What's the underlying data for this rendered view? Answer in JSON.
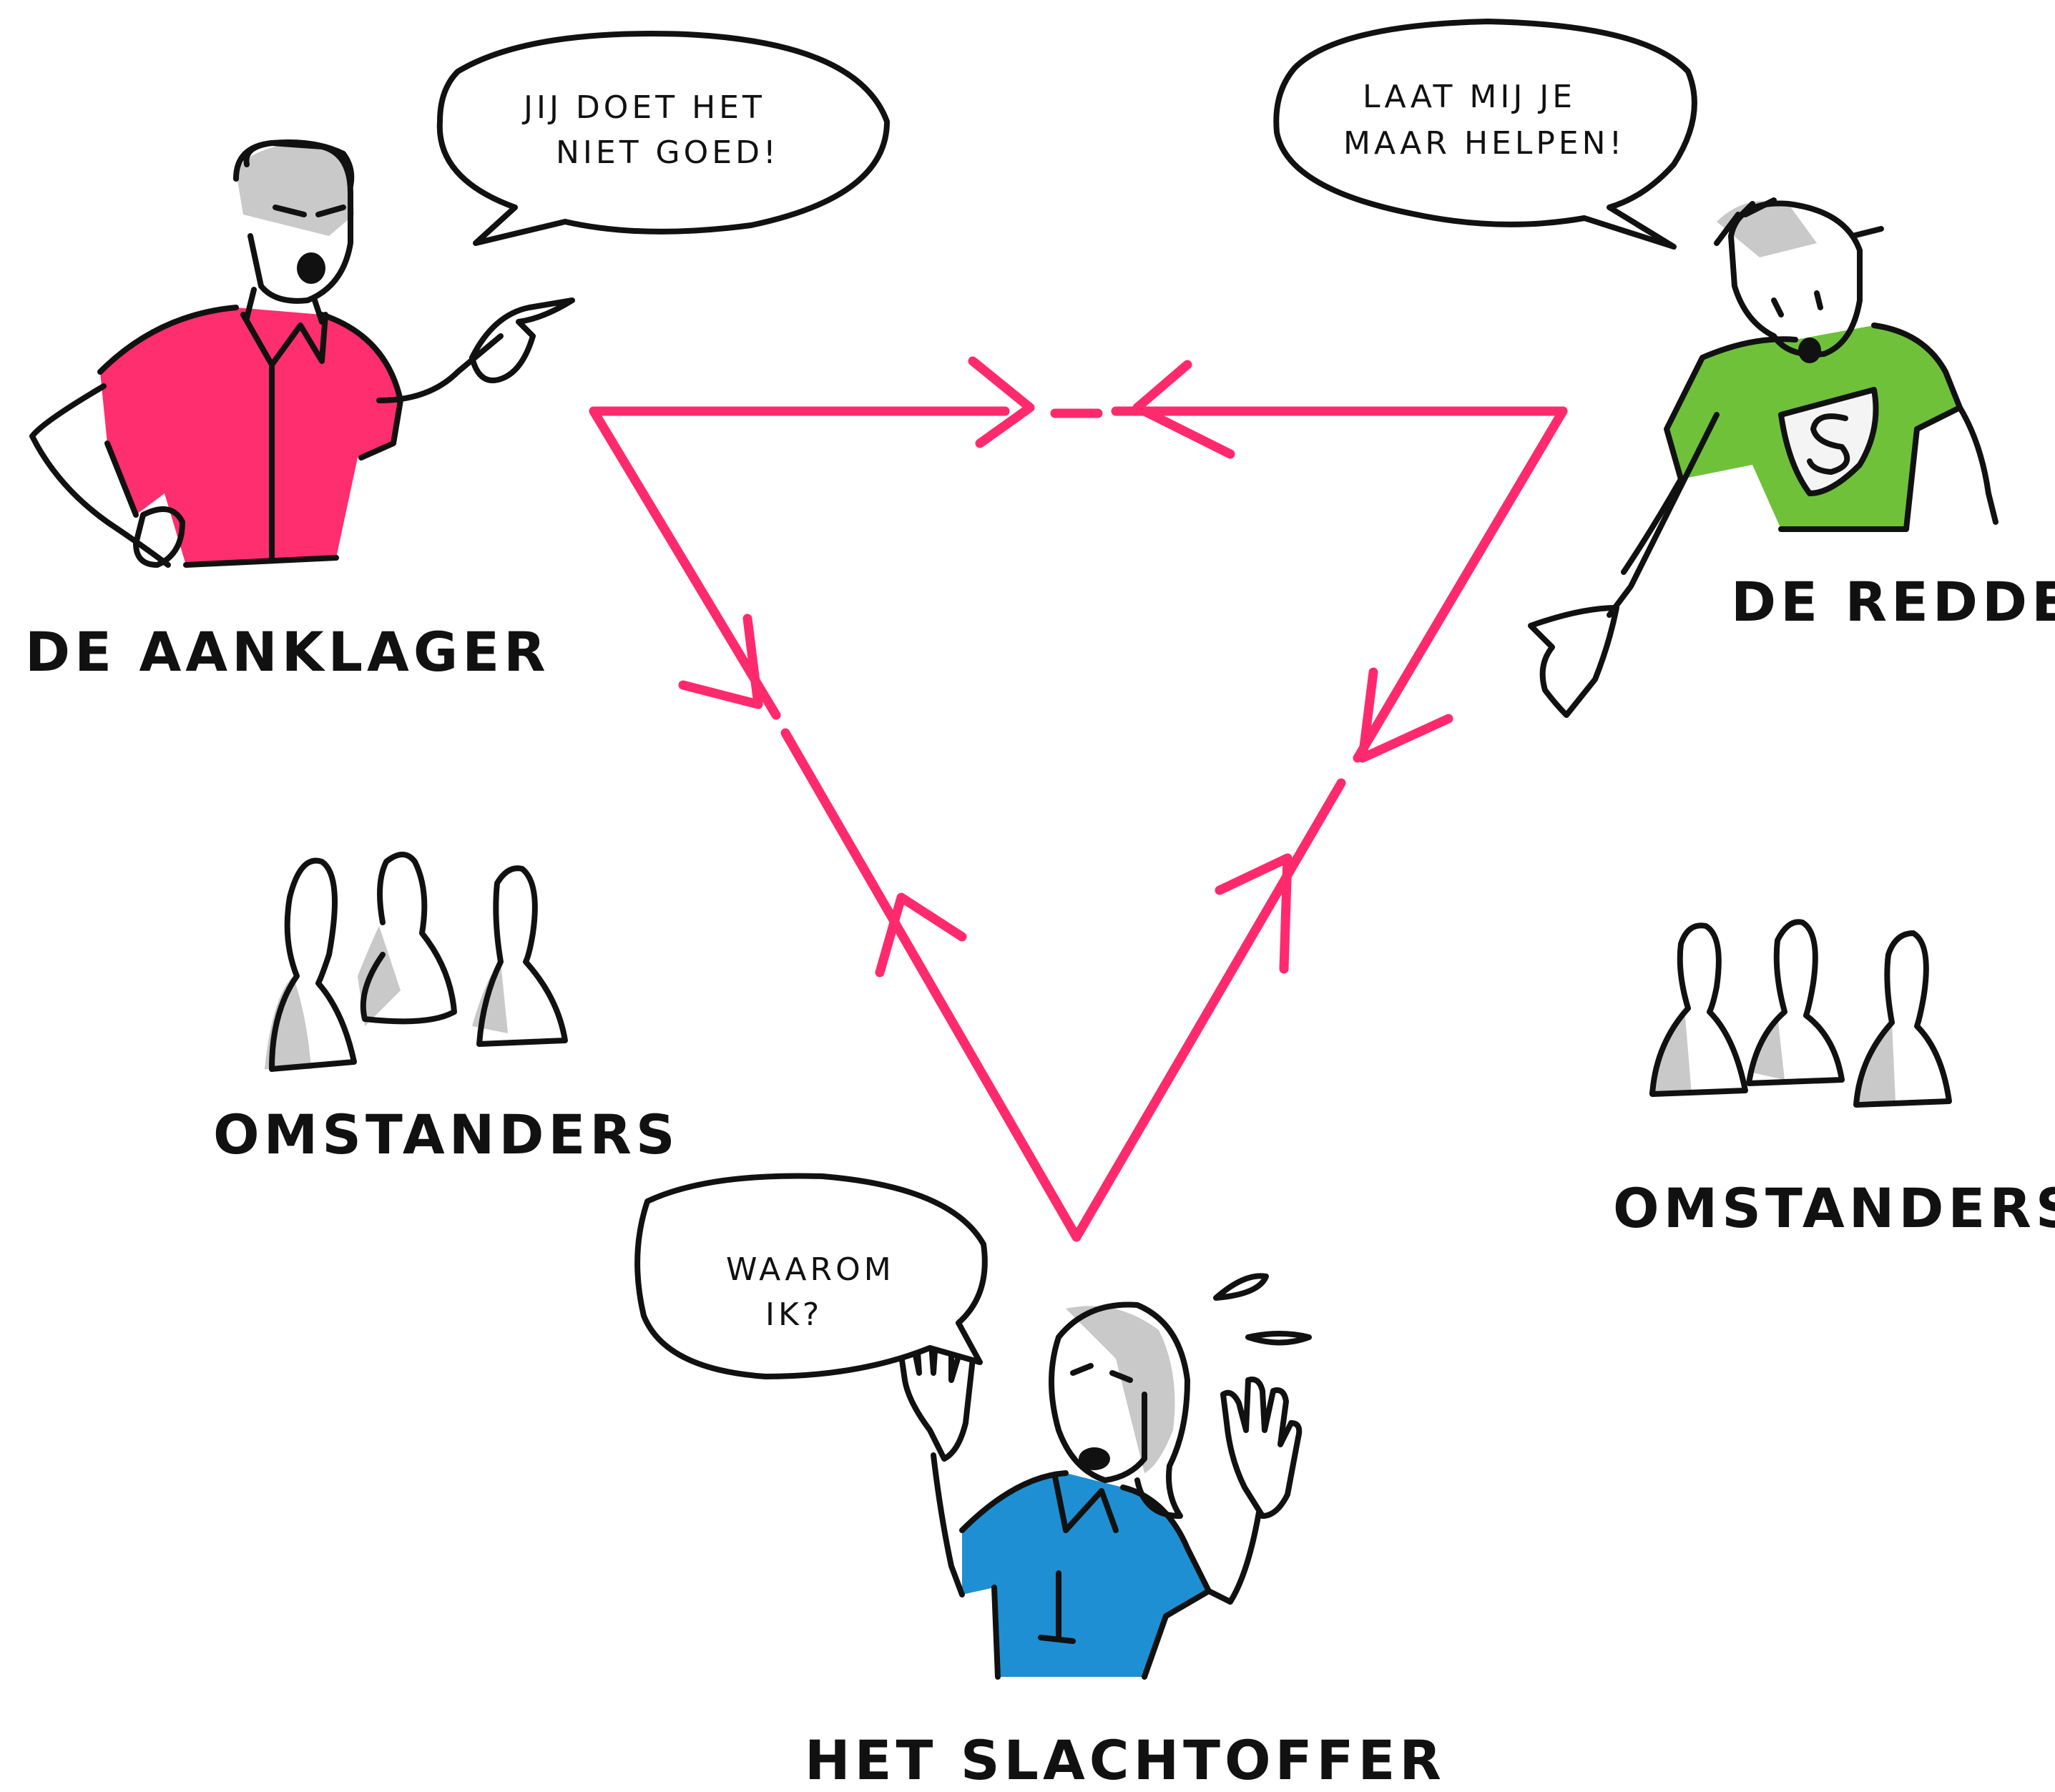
{
  "colors": {
    "triangle": "#ff2a6d",
    "aanklager_shirt": "#ff2e6e",
    "redder_shirt": "#6fc13a",
    "slachtoffer_shirt": "#1e8fd2",
    "ink": "#111111",
    "shadow": "#c9c9c9"
  },
  "roles": {
    "aanklager": {
      "label": "DE AANKLAGER",
      "speech": [
        "JIJ DOET HET",
        "NIET GOED!"
      ],
      "icon": "pointing-man-icon"
    },
    "redder": {
      "label": "DE REDDER",
      "speech": [
        "LAAT MIJ JE",
        "MAAR HELPEN!"
      ],
      "icon": "superhero-man-icon"
    },
    "slachtoffer": {
      "label": "HET SLACHTOFFER",
      "speech": [
        "WAAROM",
        "IK?"
      ],
      "icon": "distressed-woman-icon"
    }
  },
  "bystanders": {
    "left": {
      "label": "OMSTANDERS",
      "icon": "bystander-group-icon"
    },
    "right": {
      "label": "OMSTANDERS",
      "icon": "bystander-group-icon"
    }
  }
}
